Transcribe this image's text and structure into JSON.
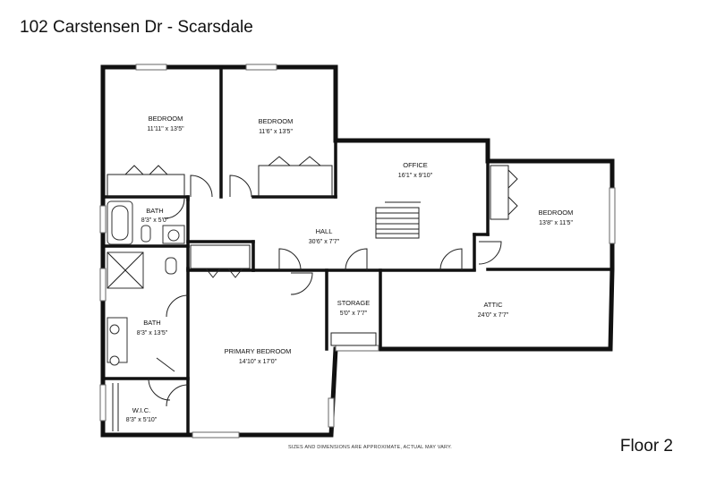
{
  "title": "102 Carstensen Dr - Scarsdale",
  "floor_label": "Floor 2",
  "disclaimer": "SIZES AND DIMENSIONS ARE APPROXIMATE, ACTUAL MAY VARY.",
  "rooms": [
    {
      "id": "bedroom-1",
      "name": "BEDROOM",
      "dims": "11'11\" x 13'5\""
    },
    {
      "id": "bedroom-2",
      "name": "BEDROOM",
      "dims": "11'6\" x 13'5\""
    },
    {
      "id": "office",
      "name": "OFFICE",
      "dims": "16'1\" x 9'10\""
    },
    {
      "id": "bedroom-3",
      "name": "BEDROOM",
      "dims": "13'8\" x 11'5\""
    },
    {
      "id": "bath-1",
      "name": "BATH",
      "dims": "8'3\" x 5'0\""
    },
    {
      "id": "hall",
      "name": "HALL",
      "dims": "30'6\" x 7'7\""
    },
    {
      "id": "bath-2",
      "name": "BATH",
      "dims": "8'3\" x 13'5\""
    },
    {
      "id": "storage",
      "name": "STORAGE",
      "dims": "5'0\" x 7'7\""
    },
    {
      "id": "attic",
      "name": "ATTIC",
      "dims": "24'0\" x 7'7\""
    },
    {
      "id": "primary-bedroom",
      "name": "PRIMARY BEDROOM",
      "dims": "14'10\" x 17'0\""
    },
    {
      "id": "wic",
      "name": "W.I.C.",
      "dims": "8'3\" x 5'10\""
    }
  ]
}
